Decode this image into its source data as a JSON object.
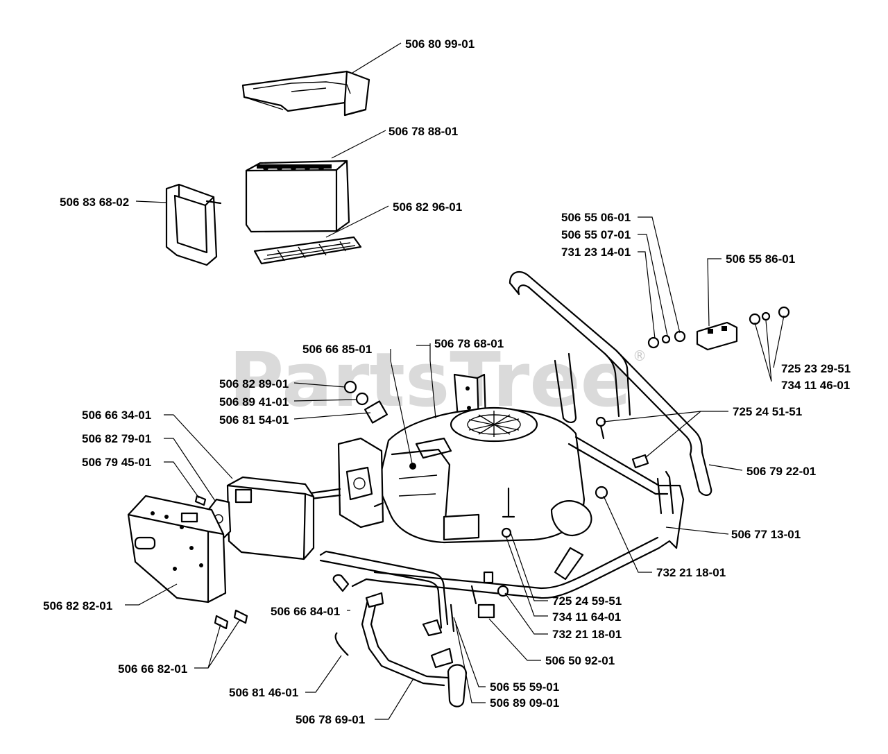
{
  "watermark": {
    "text": "PartsTree",
    "mark": "®"
  },
  "labels": {
    "cover_top": "506 80 99-01",
    "battery": "506 78 88-01",
    "battery_strap": "506 83 68-02",
    "battery_mat": "506 82 96-01",
    "p_55_06": "506 55 06-01",
    "p_55_07": "506 55 07-01",
    "p_731_14": "731 23 14-01",
    "p_55_86": "506 55 86-01",
    "p_725_29": "725 23 29-51",
    "p_734_46": "734 11 46-01",
    "p_66_85": "506 66 85-01",
    "p_78_68": "506 78 68-01",
    "p_82_89": "506 82 89-01",
    "p_89_41": "506 89 41-01",
    "p_81_54": "506 81 54-01",
    "p_66_34": "506 66 34-01",
    "p_82_79": "506 82 79-01",
    "p_79_45": "506 79 45-01",
    "p_725_51": "725 24 51-51",
    "p_79_22": "506 79 22-01",
    "p_77_13": "506 77 13-01",
    "p_732_18a": "732 21 18-01",
    "p_725_59": "725 24 59-51",
    "p_734_64": "734 11 64-01",
    "p_732_18b": "732 21 18-01",
    "p_50_92": "506 50 92-01",
    "p_82_82": "506 82 82-01",
    "p_66_84": "506 66 84-01",
    "p_66_82": "506 66 82-01",
    "p_81_46": "506 81 46-01",
    "p_55_59": "506 55 59-01",
    "p_89_09": "506 89 09-01",
    "p_78_69": "506 78 69-01"
  }
}
